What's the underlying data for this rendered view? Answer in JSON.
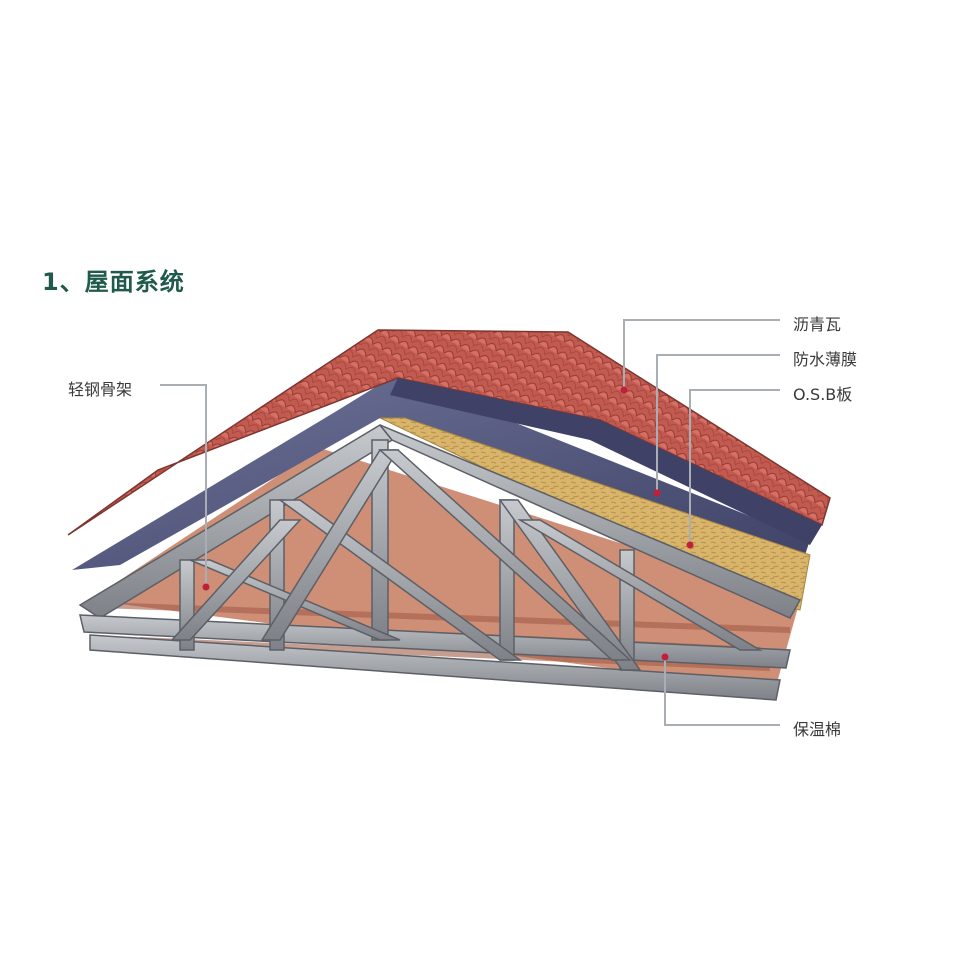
{
  "title": "1、屋面系统",
  "labels": {
    "asphalt_tile": "沥青瓦",
    "waterproof_membrane": "防水薄膜",
    "osb_board": "O.S.B板",
    "light_steel_frame": "轻钢骨架",
    "insulation_cotton": "保温棉"
  },
  "colors": {
    "title": "#1f5a4a",
    "tile": "#c0574f",
    "membrane": "#5b5f86",
    "osb": "#d8b56a",
    "steel": "#9a9ea3",
    "insulation": "#c77a5e",
    "leader": "#a9adb4",
    "dot": "#c0203a"
  }
}
